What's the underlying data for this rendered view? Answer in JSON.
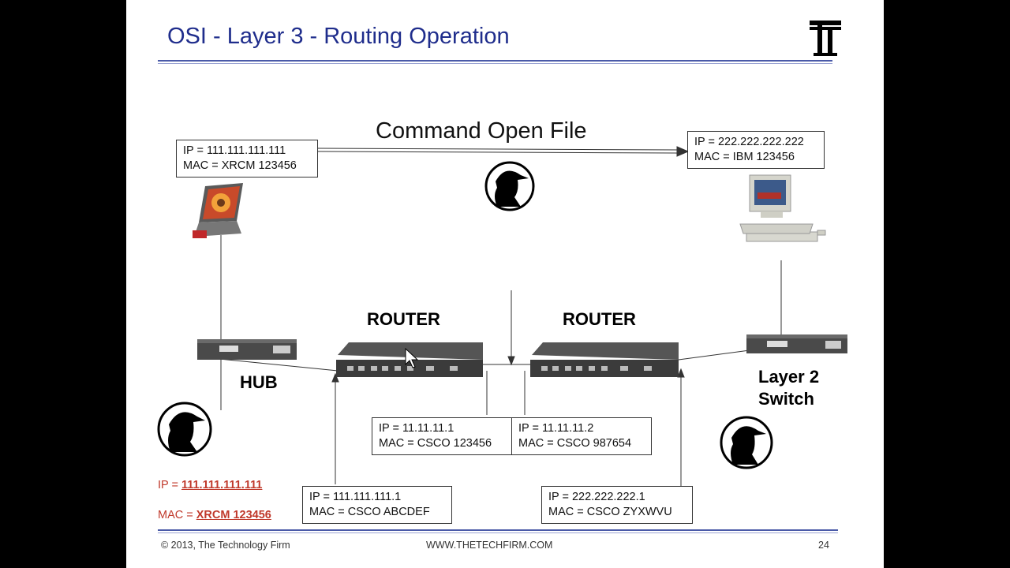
{
  "slide": {
    "title": "OSI - Layer 3 - Routing Operation",
    "logo_text": "TT",
    "command_label": "Command Open File",
    "source_host": {
      "ip": "IP = 111.111.111.111",
      "mac": "MAC = XRCM 123456"
    },
    "dest_host": {
      "ip": "IP = 222.222.222.222",
      "mac": "MAC = IBM 123456"
    },
    "router_left_label": "ROUTER",
    "router_right_label": "ROUTER",
    "hub_label": "HUB",
    "switch_label_line1": "Layer 2",
    "switch_label_line2": "Switch",
    "router_left_lan_port": {
      "ip": "IP = 111.111.111.1",
      "mac": "MAC = CSCO ABCDEF"
    },
    "router_left_wan_port": {
      "ip": "IP = 11.11.11.1",
      "mac": "MAC = CSCO 123456"
    },
    "router_right_wan_port": {
      "ip": "IP = 11.11.11.2",
      "mac": "MAC = CSCO 987654"
    },
    "router_right_lan_port": {
      "ip": "IP = 222.222.222.1",
      "mac": "MAC = CSCO ZYXWVU"
    },
    "captured": {
      "ip_prefix": "IP = ",
      "ip_value": "111.111.111.111",
      "mac_prefix": "MAC = ",
      "mac_value": "XRCM 123456"
    },
    "footer": {
      "copyright": "© 2013, The Technology Firm",
      "website": "WWW.THETECHFIRM.COM",
      "page_number": "24"
    }
  },
  "colors": {
    "title": "#1f2d8c",
    "rule": "#4a5aa8",
    "captured_text": "#c0392b",
    "device_body": "#3b3b3b"
  }
}
